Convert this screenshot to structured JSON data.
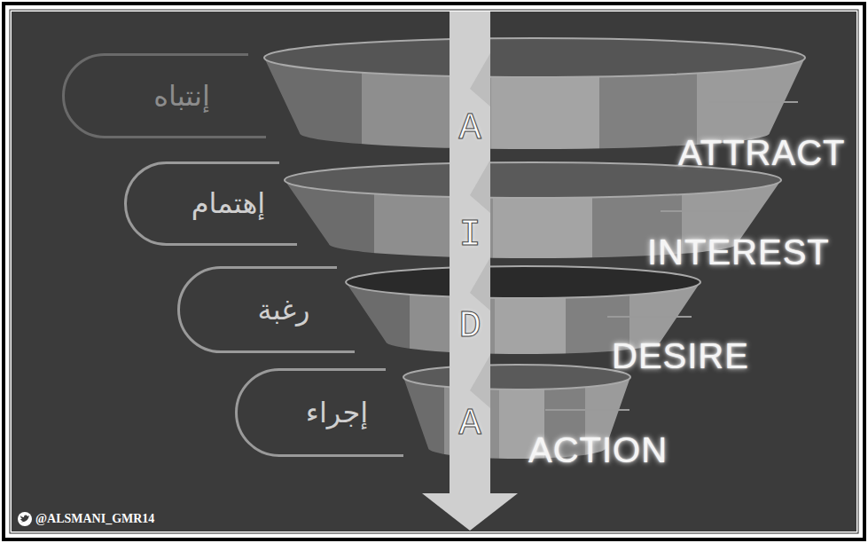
{
  "diagram": {
    "nodes": [
      {
        "text": [
          "A"
        ]
      },
      {
        "text": [
          "I"
        ]
      },
      {
        "text": [
          "D"
        ]
      },
      {
        "text": [
          "A"
        ]
      },
      {
        "text": [
          "إنتباه"
        ]
      },
      {
        "text": [
          "إهتمام"
        ]
      },
      {
        "text": [
          "رغبة"
        ]
      },
      {
        "text": [
          "إجراء"
        ]
      }
    ],
    "labels": [
      "ATTRACT",
      "INTEREST",
      "DESIRE",
      "ACTION",
      "@ALSMANI_GMR14"
    ]
  }
}
